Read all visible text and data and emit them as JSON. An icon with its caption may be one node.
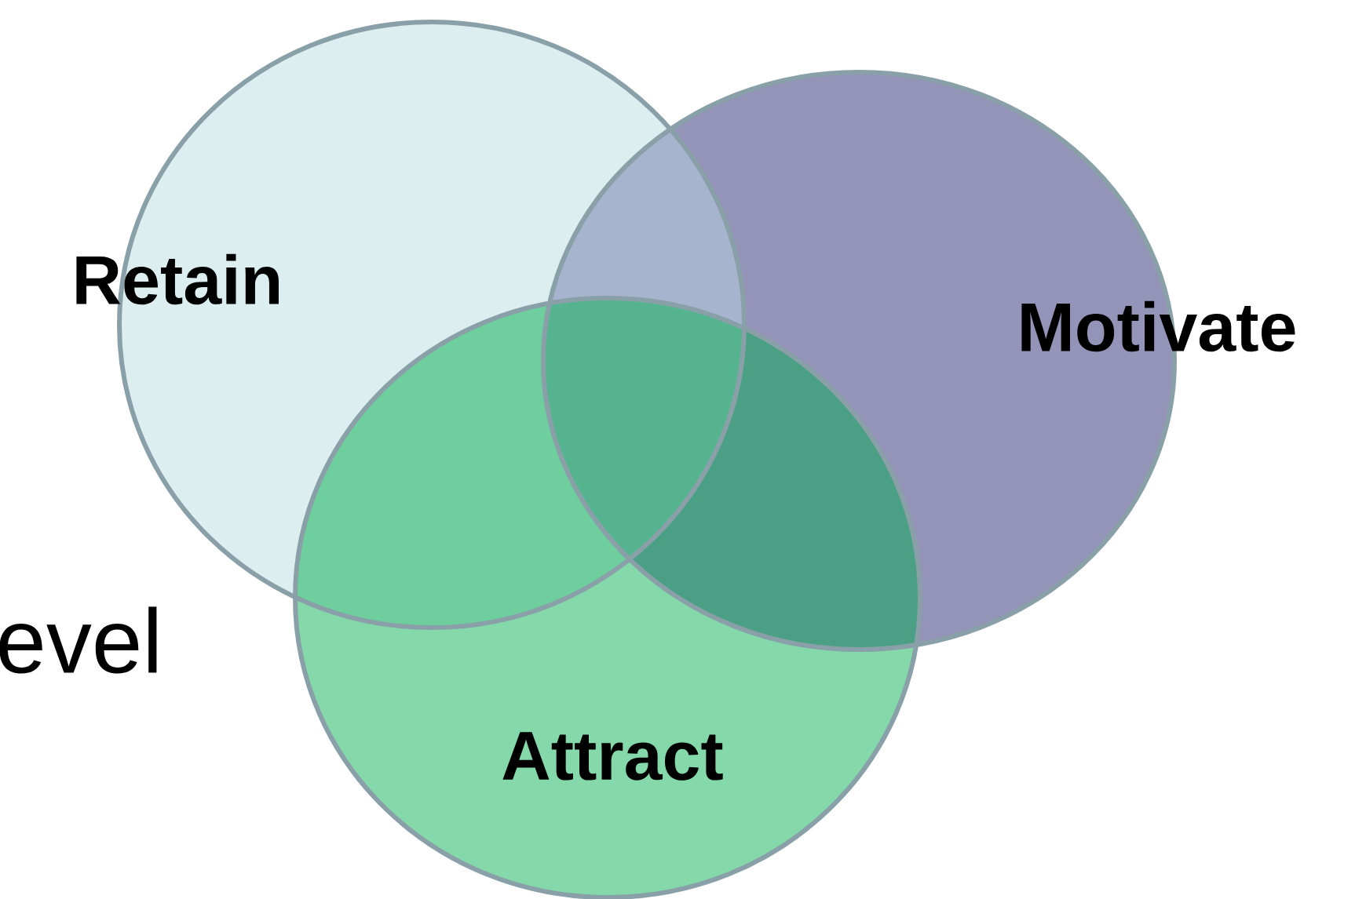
{
  "diagram": {
    "nodes": [
      {
        "text": [
          "Retain"
        ]
      },
      {
        "text": [
          "Motivate"
        ]
      },
      {
        "text": [
          "Attract"
        ]
      }
    ],
    "labels": [
      "evel"
    ]
  }
}
